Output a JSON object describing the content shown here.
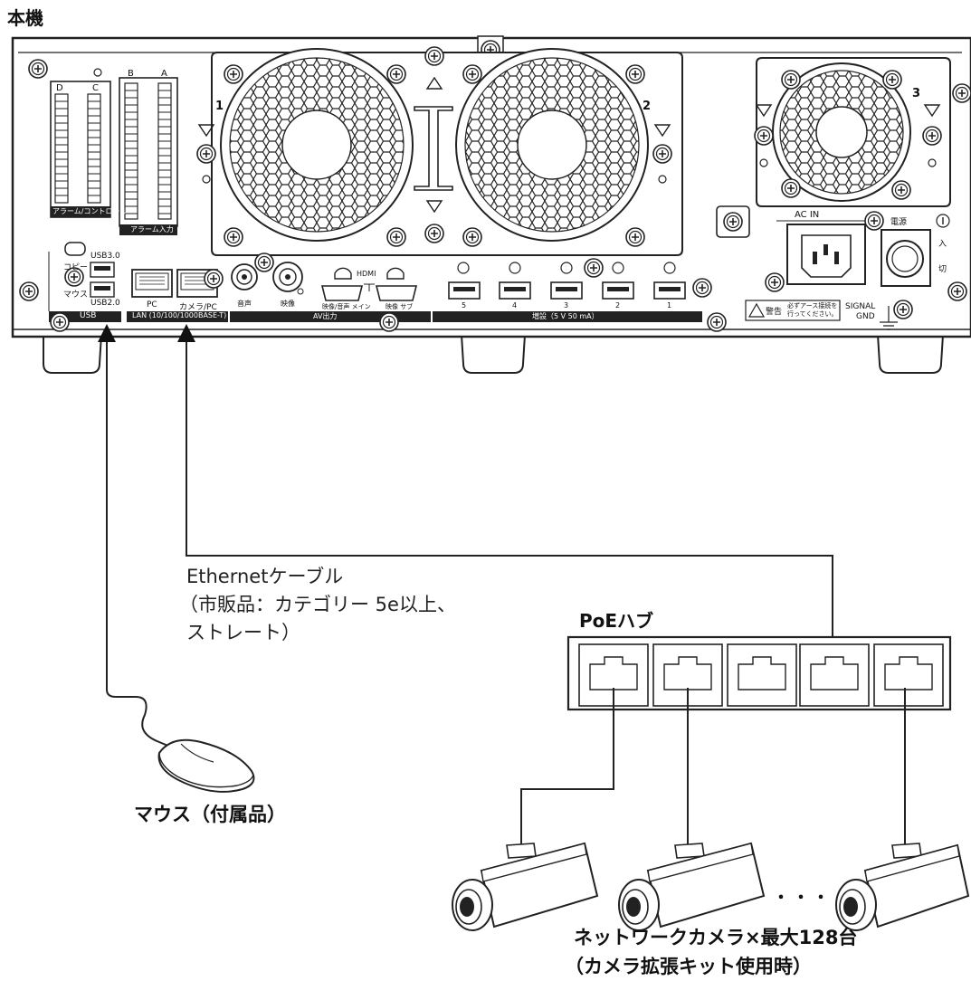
{
  "title": "本機",
  "device": {
    "alarm_cd": [
      "D",
      "C"
    ],
    "alarm_ba": [
      "B",
      "A"
    ],
    "alarm_control_label": "アラーム/コントロール",
    "alarm_input_label": "アラーム入力",
    "usb30_label": "USB3.0",
    "usb20_label": "USB2.0",
    "copy_label": "コピー",
    "mouse_label": "マウス",
    "usb_group_label": "USB",
    "lan_pc_label": "PC",
    "lan_camera_label": "カメラ/PC",
    "lan_group_label": "LAN (10/100/1000BASE-T)",
    "audio_label": "音声",
    "video_label": "映像",
    "hdmi_label": "HDMI",
    "hdmi_main_label": "映像/音声 メイン",
    "hdmi_sub_label": "映像 サブ",
    "av_out_label": "AV出力",
    "ext_ports": [
      "5",
      "4",
      "3",
      "2",
      "1"
    ],
    "ext_label": "増設（5 V 50 mA）",
    "fan_numbers": [
      "1",
      "2",
      "3"
    ],
    "ac_in_label": "AC IN",
    "power_label": "電源",
    "power_on_label": "入",
    "power_off_label": "切",
    "warning_label": "警告",
    "warning_text_1": "必ずアース接続を",
    "warning_text_2": "行ってください。",
    "signal_gnd_1": "SIGNAL",
    "signal_gnd_2": "GND"
  },
  "ethernet_caption": [
    "Ethernetケーブル",
    "（市販品：カテゴリー 5e以上、",
    "ストレート）"
  ],
  "poe_hub_label": "PoEハブ",
  "mouse_caption": "マウス（付属品）",
  "camera_caption": [
    "ネットワークカメラ×最大128台",
    "（カメラ拡張キット使用時）"
  ],
  "ellipsis": "・・・",
  "colors": {
    "stroke": "#1a1a1a",
    "device_fill": "#ffffff",
    "label_bar": "#222222"
  }
}
